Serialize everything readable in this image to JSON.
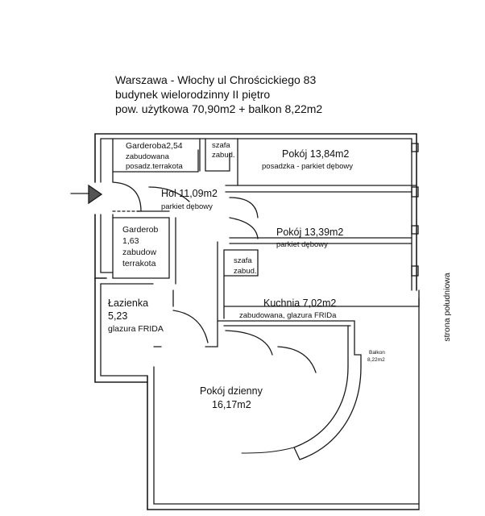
{
  "header": {
    "line1": "Warszawa - Włochy ul Chrościckiego 83",
    "line2": "budynek wielorodzinny II piętro",
    "line3": "pow. użytkowa 70,90m2 + balkon 8,22m2"
  },
  "rooms": {
    "garderoba1": {
      "name": "Garderoba2,54",
      "line2": "zabudowana",
      "line3": "posadz.terrakota"
    },
    "szafa1": {
      "line1": "szafa",
      "line2": "zabud."
    },
    "pokoj1": {
      "name": "Pokój 13,84m2",
      "floor": "posadzka - parkiet dębowy"
    },
    "hol": {
      "name": "Hol 11,09m2",
      "floor": "parkiet dębowy"
    },
    "garderoba2": {
      "line1": "Garderob",
      "line2": "1,63",
      "line3": "zabudow",
      "line4": "terrakota"
    },
    "pokoj2": {
      "name": "Pokój 13,39m2",
      "floor": "parkiet dębowy"
    },
    "szafa2": {
      "line1": "szafa",
      "line2": "zabud."
    },
    "lazienka": {
      "name": "Łazienka",
      "area": "5,23",
      "floor": "glazura FRIDA"
    },
    "kuchnia": {
      "name": "Kuchnia 7,02m2",
      "floor": "zabudowana, glazura FRIDa"
    },
    "balkon": {
      "name": "Balkon",
      "area": "8,22m2"
    },
    "dzienny": {
      "name": "Pokój dzienny",
      "area": "16,17m2"
    }
  },
  "orientation": "strona południowa",
  "icons": {
    "entrance": "entrance-arrow-icon"
  }
}
